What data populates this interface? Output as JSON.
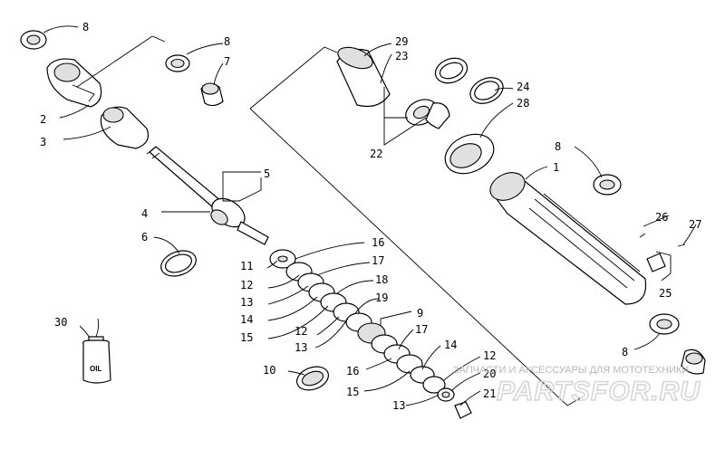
{
  "diagram": {
    "callouts": [
      "1",
      "2",
      "3",
      "4",
      "5",
      "6",
      "7",
      "8",
      "9",
      "10",
      "11",
      "12",
      "13",
      "14",
      "15",
      "16",
      "17",
      "18",
      "19",
      "20",
      "21",
      "22",
      "23",
      "24",
      "25",
      "26",
      "27",
      "28",
      "29",
      "30"
    ],
    "oil_label": "OIL"
  },
  "watermark": {
    "tagline": "ЗАПЧАСТИ И АКСЕССУАРЫ ДЛЯ МОТОТЕХНИКИ",
    "brand": "PARTSFOR.RU"
  }
}
